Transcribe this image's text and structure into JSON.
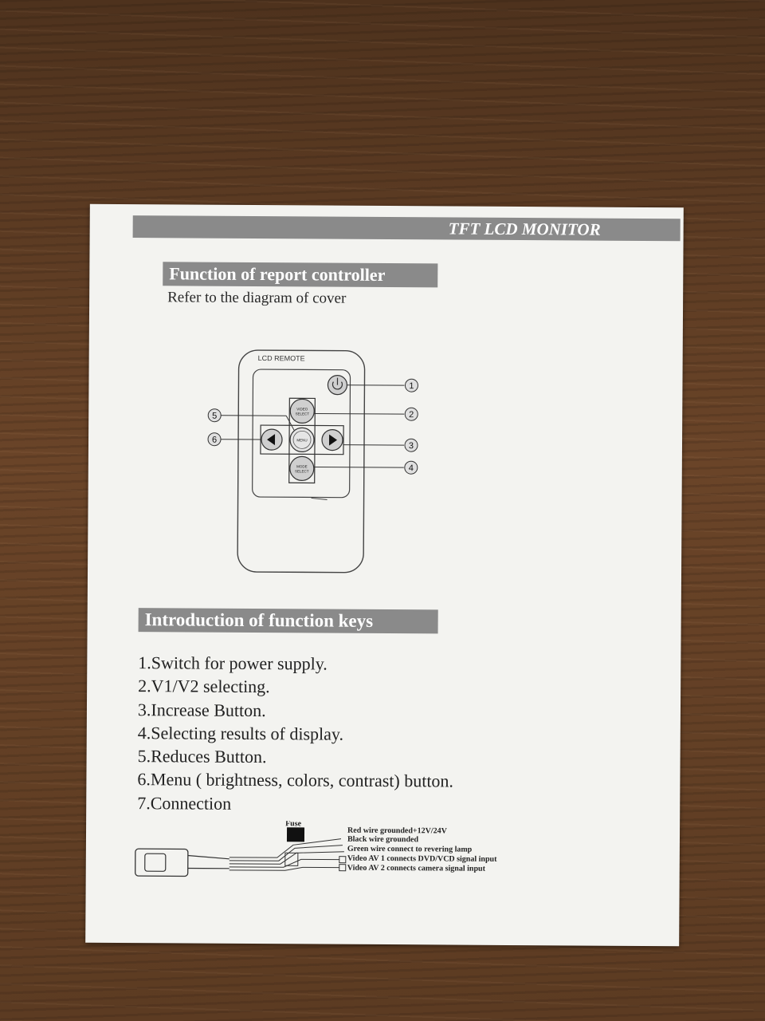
{
  "header": {
    "title": "TFT LCD MONITOR"
  },
  "section1": {
    "title": "Function of report controller",
    "subtitle": "Refer to the diagram of cover"
  },
  "remote": {
    "label": "LCD REMOTE",
    "video_select": [
      "VIDEO",
      "SELECT"
    ],
    "menu": "MENU",
    "mode_select": [
      "MODE",
      "SELECT"
    ],
    "callouts": [
      "1",
      "2",
      "3",
      "4",
      "5",
      "6"
    ]
  },
  "section2": {
    "title": "Introduction of function keys",
    "keys": [
      "1.Switch for power supply.",
      "2.V1/V2 selecting.",
      "3.Increase  Button.",
      "4.Selecting results of display.",
      "5.Reduces  Button.",
      "6.Menu ( brightness, colors, contrast) button.",
      "7.Connection"
    ]
  },
  "connection": {
    "fuse_label": "Fuse",
    "wires": [
      "Red wire grounded+12V/24V",
      "Black wire grounded",
      "Green wire connect to revering lamp",
      "Video AV 1 connects DVD/VCD signal input",
      "Video AV 2 connects camera signal input"
    ]
  }
}
